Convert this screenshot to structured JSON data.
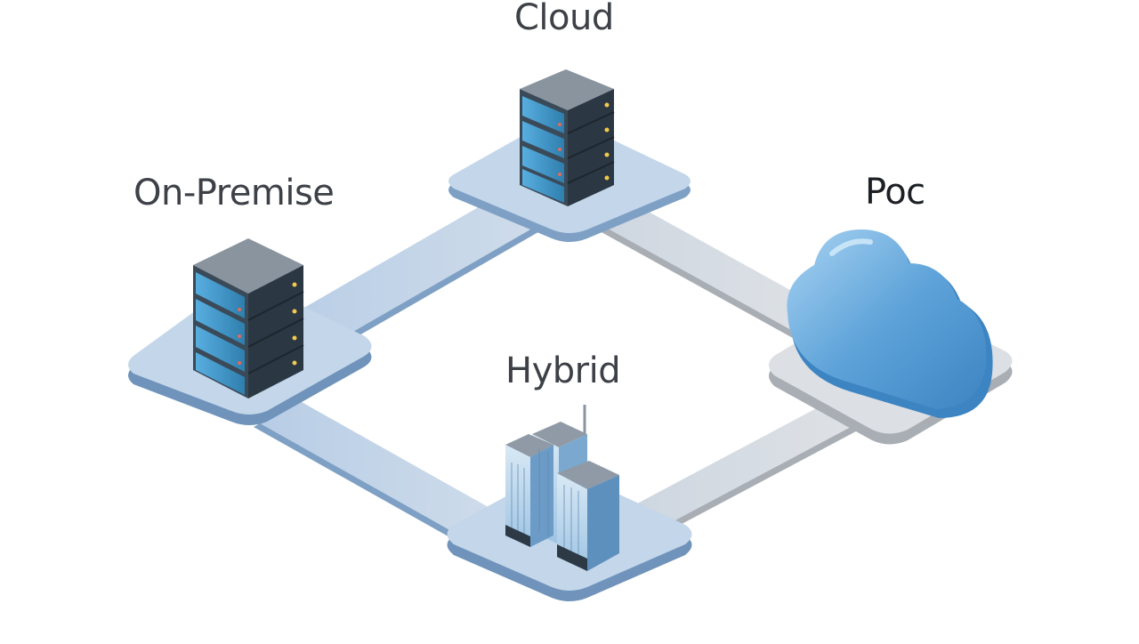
{
  "nodes": {
    "cloud": {
      "label": "Cloud",
      "icon": "server-rack-icon"
    },
    "on_premise": {
      "label": "On-Premise",
      "icon": "server-rack-icon"
    },
    "poc": {
      "label": "Poc",
      "icon": "cloud-icon"
    },
    "hybrid": {
      "label": "Hybrid",
      "icon": "office-buildings-icon"
    }
  },
  "colors": {
    "platform_blue": "#c3d6ea",
    "platform_blue_edge": "#7ea0c4",
    "platform_grey": "#dcdfe3",
    "platform_grey_edge": "#a9aeb5",
    "cloud_blue": "#5b9fd6",
    "server_dark": "#3c4956",
    "server_screen": "#4a9cc4",
    "label_text": "#3d4147"
  }
}
